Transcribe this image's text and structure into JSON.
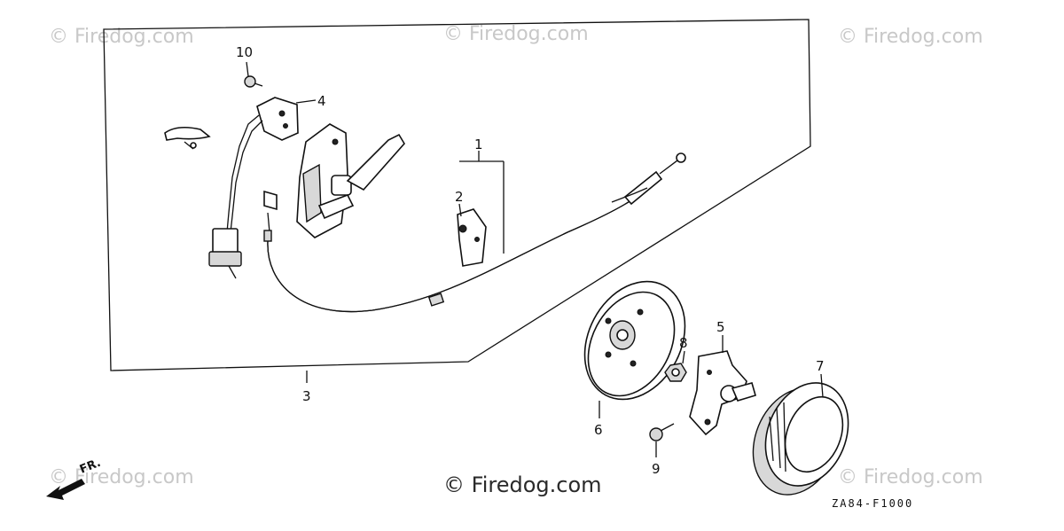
{
  "watermarks": {
    "top_left": "© Firedog.com",
    "top_center": "© Firedog.com",
    "top_right": "© Firedog.com",
    "bottom_left": "© Firedog.com",
    "bottom_center": "© Firedog.com",
    "bottom_right": "© Firedog.com"
  },
  "callouts": {
    "c1": "1",
    "c2": "2",
    "c3": "3",
    "c4": "4",
    "c5": "5",
    "c6": "6",
    "c7": "7",
    "c8": "8",
    "c9": "9",
    "c10": "10"
  },
  "orientation": {
    "label": "FR."
  },
  "diagram_code": "ZA84-F1000"
}
